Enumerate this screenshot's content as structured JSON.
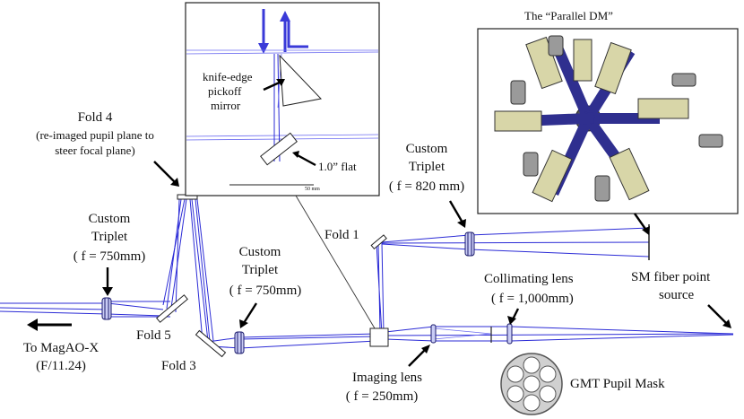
{
  "labels": {
    "fold4_title": "Fold 4",
    "fold4_note_line1": "(re-imaged pupil plane to",
    "fold4_note_line2": "steer focal plane)",
    "triplet_left_line1": "Custom",
    "triplet_left_line2": "Triplet",
    "triplet_left_f": "( f = 750mm)",
    "triplet_mid_line1": "Custom",
    "triplet_mid_line2": "Triplet",
    "triplet_mid_f": "( f = 750mm)",
    "triplet_right_line1": "Custom",
    "triplet_right_line2": "Triplet",
    "triplet_right_f": "( f = 820 mm)",
    "fold1": "Fold 1",
    "fold3": "Fold 3",
    "fold5": "Fold 5",
    "to_magaox_line1": "To MagAO-X",
    "to_magaox_line2": "(F/11.24)",
    "imaging_lens_line1": "Imaging lens",
    "imaging_lens_f": "( f = 250mm)",
    "collimating_lens_line1": "Collimating lens",
    "collimating_lens_f": "( f = 1,000mm)",
    "sm_fiber_line1": "SM fiber point",
    "sm_fiber_line2": "source",
    "gmt_pupil_mask": "GMT Pupil Mask",
    "parallel_dm_title": "The “Parallel DM”",
    "knife_edge_line1": "knife-edge",
    "knife_edge_line2": "pickoff",
    "knife_edge_line3": "mirror",
    "flat_label": "1.0” flat",
    "scale_bar": "50 mm"
  },
  "colors": {
    "beam": "#2b2bd6",
    "lens": "#c9ccf5",
    "dm_arm": "#2f2f8f",
    "actuator": "#d8d6a8",
    "motor": "#9a9a9a"
  }
}
